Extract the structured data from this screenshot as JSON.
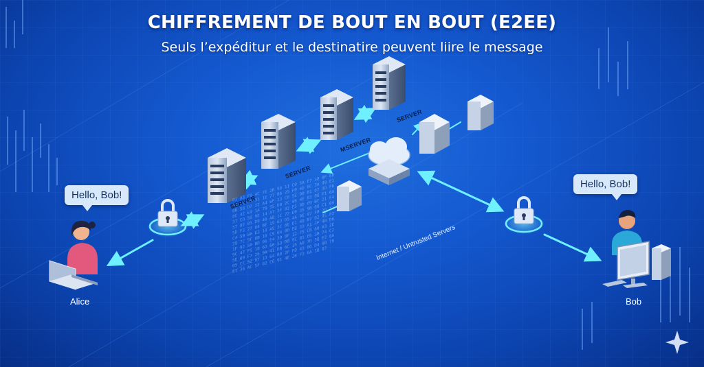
{
  "title": "CHIFFREMENT DE BOUT EN BOUT (E2EE)",
  "subtitle": "Seuls l’expéditur et le destinatire peuvent liire le message",
  "alice": {
    "name": "Alice",
    "message": "Hello, Bob!"
  },
  "bob": {
    "name": "Bob",
    "message": "Hello, Bob!"
  },
  "servers": [
    {
      "label": "SERVER"
    },
    {
      "label": "SERVER"
    },
    {
      "label": "MSERVER"
    },
    {
      "label": "SERVER"
    }
  ],
  "internet_label": "Internet / Untrusted Servers",
  "cipher_text": "01 A3 F9 4C 7E 2B 9D 11 C0 5A E7 38 0F 6B 44 D2 8A 93 1E 77 B6 25 F0 4D 6C 3A 99 E1 0B 58 D7 22 A4 6F 13 C8 5E 90 B1 07 3D F6 8C 42 E9 1A 7B 55 D0 2C 96 4E B3 08 F1 6A 37 CD 50 9E 14 A7 3F 82 E5 0D 69 BC 21 F4 57 8E 03 D9 46 AB 1C 72 E0 35 9B 68 C1 0A 5D F3 27 84 BE 19 63 D5 4A 0E 97 F8 2D 71 C4 5B 86 E3 10 A9 3C 6E D1 48 B7 02 95 F2 29 7C 5F 8B 16 C9 64 0D E8 33 A1 7F 4B D6 1F 92 50 BD 06 E4 39 8F 12 75 CB 60 A3 2E 9C 47 F5 18 6D B0 53 D8 0C 81 E6 3B 74 C2 5E 09 F7 26 9A 41 DB 6C 15 A0 7D 38 E2 8A 05 CF 52 97 1D 64 B9 2F F0 43 86 D4 0B 79 E1 36 AC 5F 02 C6 91 4E 28 F3 6A 1B 87"
}
